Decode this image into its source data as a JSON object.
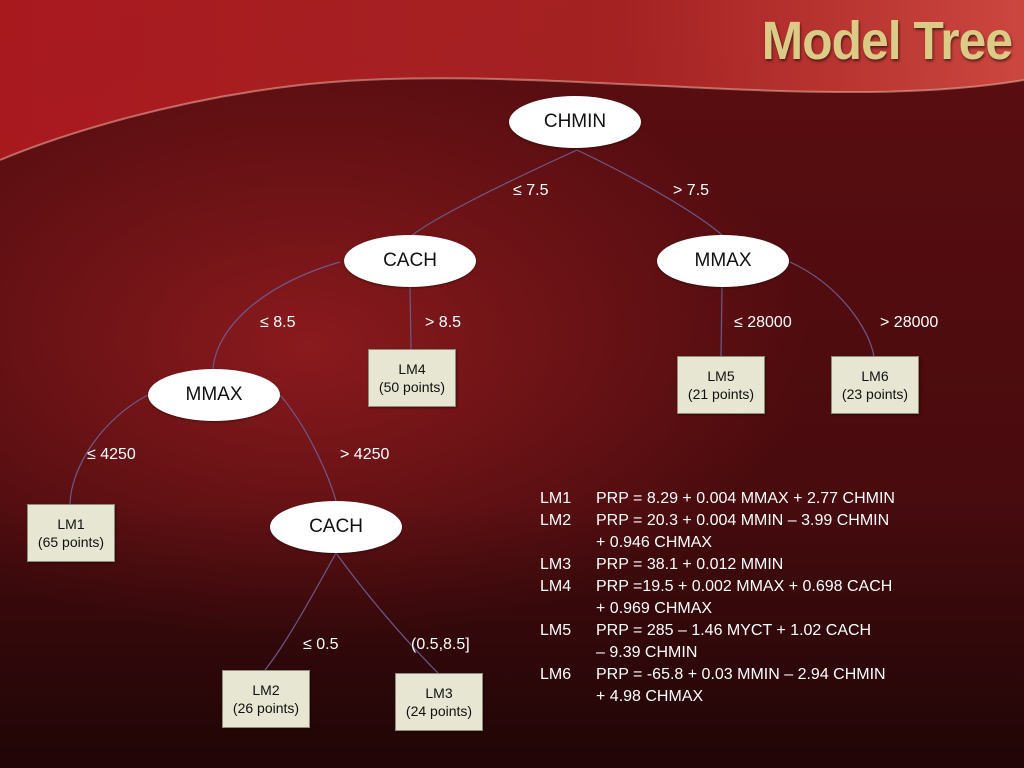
{
  "slide": {
    "title": "Model Tree"
  },
  "tree": {
    "root": {
      "label": "CHMIN"
    },
    "left_split": {
      "label": "CACH"
    },
    "right_split": {
      "label": "MMAX"
    },
    "left_left_split": {
      "label": "MMAX"
    },
    "left_left_right_split": {
      "label": "CACH"
    },
    "edges": {
      "root_left": "≤ 7.5",
      "root_right": "> 7.5",
      "cach_left": "≤ 8.5",
      "cach_right": "> 8.5",
      "mmax_right_left": "≤ 28000",
      "mmax_right_right": "> 28000",
      "mmax_left_left": "≤ 4250",
      "mmax_left_right": "> 4250",
      "cach2_left": "≤ 0.5",
      "cach2_right": "(0.5,8.5]"
    },
    "leaves": {
      "lm1": {
        "name": "LM1",
        "points": "(65 points)"
      },
      "lm2": {
        "name": "LM2",
        "points": "(26 points)"
      },
      "lm3": {
        "name": "LM3",
        "points": "(24 points)"
      },
      "lm4": {
        "name": "LM4",
        "points": "(50 points)"
      },
      "lm5": {
        "name": "LM5",
        "points": "(21 points)"
      },
      "lm6": {
        "name": "LM6",
        "points": "(23 points)"
      }
    }
  },
  "equations": [
    {
      "model": "LM1",
      "lines": [
        "PRP = 8.29 + 0.004 MMAX + 2.77 CHMIN"
      ]
    },
    {
      "model": "LM2",
      "lines": [
        "PRP = 20.3 + 0.004 MMIN – 3.99 CHMIN",
        "+ 0.946 CHMAX"
      ]
    },
    {
      "model": "LM3",
      "lines": [
        "PRP = 38.1 + 0.012 MMIN"
      ]
    },
    {
      "model": "LM4",
      "lines": [
        "PRP =19.5 + 0.002 MMAX + 0.698 CACH",
        "+ 0.969 CHMAX"
      ]
    },
    {
      "model": "LM5",
      "lines": [
        "PRP = 285 – 1.46 MYCT + 1.02 CACH",
        "– 9.39 CHMIN"
      ]
    },
    {
      "model": "LM6",
      "lines": [
        "PRP = -65.8 + 0.03 MMIN – 2.94 CHMIN",
        "+ 4.98 CHMAX"
      ]
    }
  ]
}
